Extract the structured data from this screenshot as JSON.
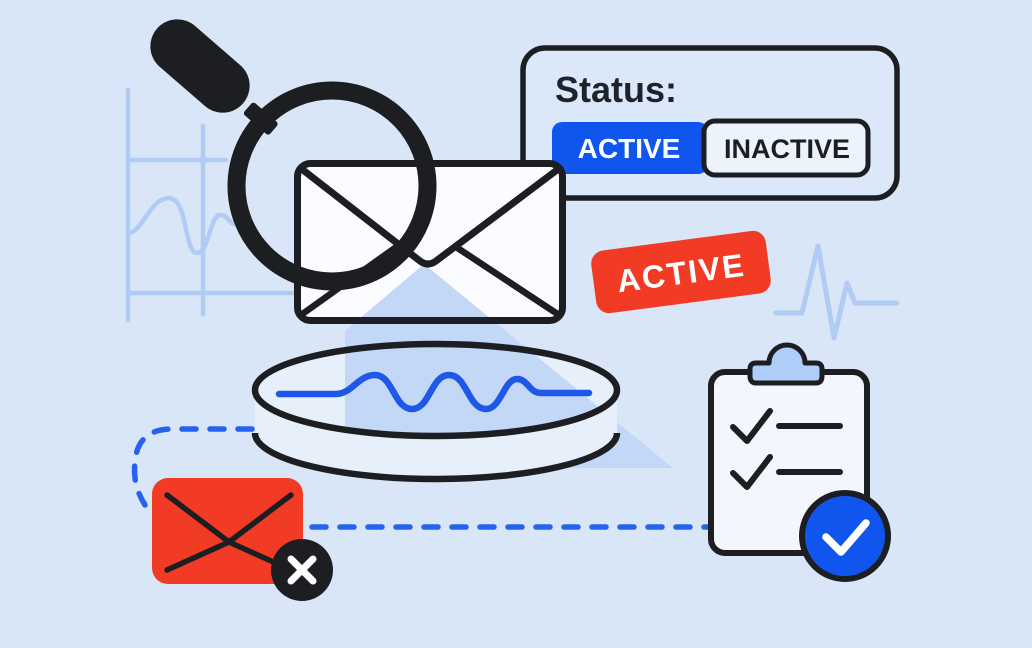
{
  "status_panel": {
    "title": "Status:",
    "toggle": {
      "active_label": "ACTIVE",
      "inactive_label": "INACTIVE",
      "selected": "ACTIVE"
    }
  },
  "active_badge": {
    "label": "ACTIVE"
  },
  "palette": {
    "background": "#d9e6f7",
    "ink": "#1d1e21",
    "accent_blue": "#1155ef",
    "dash_blue": "#2562f0",
    "wave_blue": "#1f58e9",
    "alert_red": "#f23b25",
    "deco_blue": "#b0ccf4",
    "beam_blue": "#c3d7f7",
    "clip_blue": "#aecdf8",
    "dish_fill": "#e7effb",
    "panel_fill": "#dbe8fa",
    "inactive_fill": "#ecf3fc",
    "surface_white": "#fafcff",
    "clipboard_white": "#f3f7fd",
    "text_dark": "#1d222b",
    "white": "#ffffff"
  },
  "icons": [
    "magnifier-icon",
    "envelope-icon",
    "scan-beam",
    "petri-dish-icon",
    "signal-wave",
    "rejected-envelope-icon",
    "x-mark-icon",
    "clipboard-checklist-icon",
    "check-circle-icon",
    "line-chart-decoration",
    "heartbeat-line-decoration",
    "dashed-connector"
  ]
}
